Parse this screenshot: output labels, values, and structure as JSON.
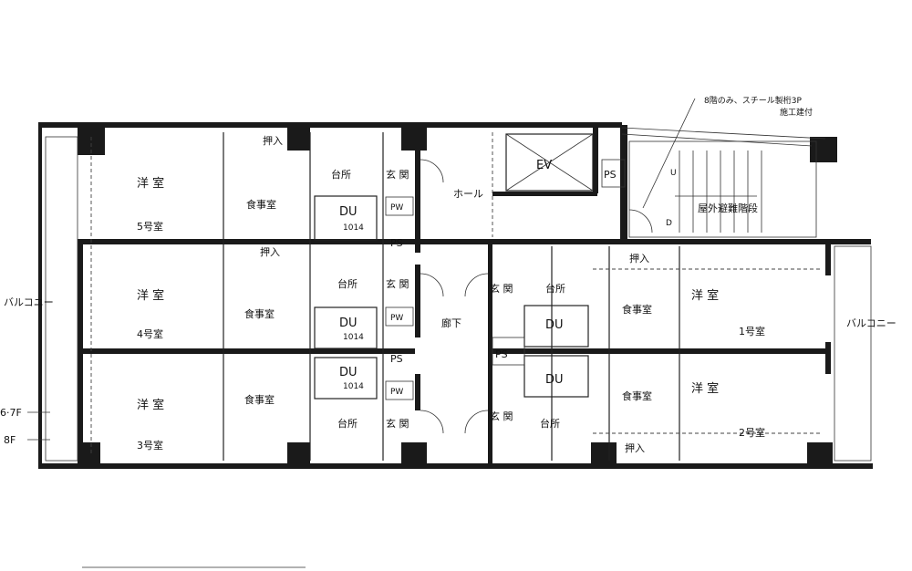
{
  "rooms": {
    "r5": {
      "western": "洋 室",
      "dining": "食事室",
      "kitchen": "台所",
      "entrance": "玄 関",
      "du": "DU",
      "du_code": "1014",
      "pw": "PW",
      "closet": "押入",
      "number": "5号室"
    },
    "r4": {
      "western": "洋 室",
      "dining": "食事室",
      "kitchen": "台所",
      "entrance": "玄 関",
      "du": "DU",
      "du_code": "1014",
      "pw": "PW",
      "closet": "押入",
      "number": "4号室"
    },
    "r3": {
      "western": "洋 室",
      "dining": "食事室",
      "kitchen": "台所",
      "entrance": "玄 関",
      "du": "DU",
      "du_code": "1014",
      "pw": "PW",
      "number": "3号室"
    },
    "r1": {
      "western": "洋 室",
      "dining": "食事室",
      "kitchen": "台所",
      "entrance": "玄 関",
      "du": "DU",
      "closet": "押入",
      "number": "1号室"
    },
    "r2": {
      "western": "洋 室",
      "dining": "食事室",
      "kitchen": "台所",
      "entrance": "玄 関",
      "du": "DU",
      "closet": "押入",
      "number": "2号室"
    }
  },
  "common": {
    "hall": "ホール",
    "ev": "EV",
    "ps_top": "PS",
    "ps_left_upper": "PS",
    "ps_left_lower": "PS",
    "ps_center": "PS",
    "corridor": "廊下",
    "stairs": "屋外避難階段",
    "stair_up": "U",
    "stair_down": "D",
    "balcony_left": "バルコニー",
    "balcony_right": "バルコニー"
  },
  "annotations": {
    "note_line1": "8階のみ、スチール製桁3P",
    "note_line2": "施工建付",
    "floor_67": "6·7F",
    "floor_8": "8F"
  }
}
